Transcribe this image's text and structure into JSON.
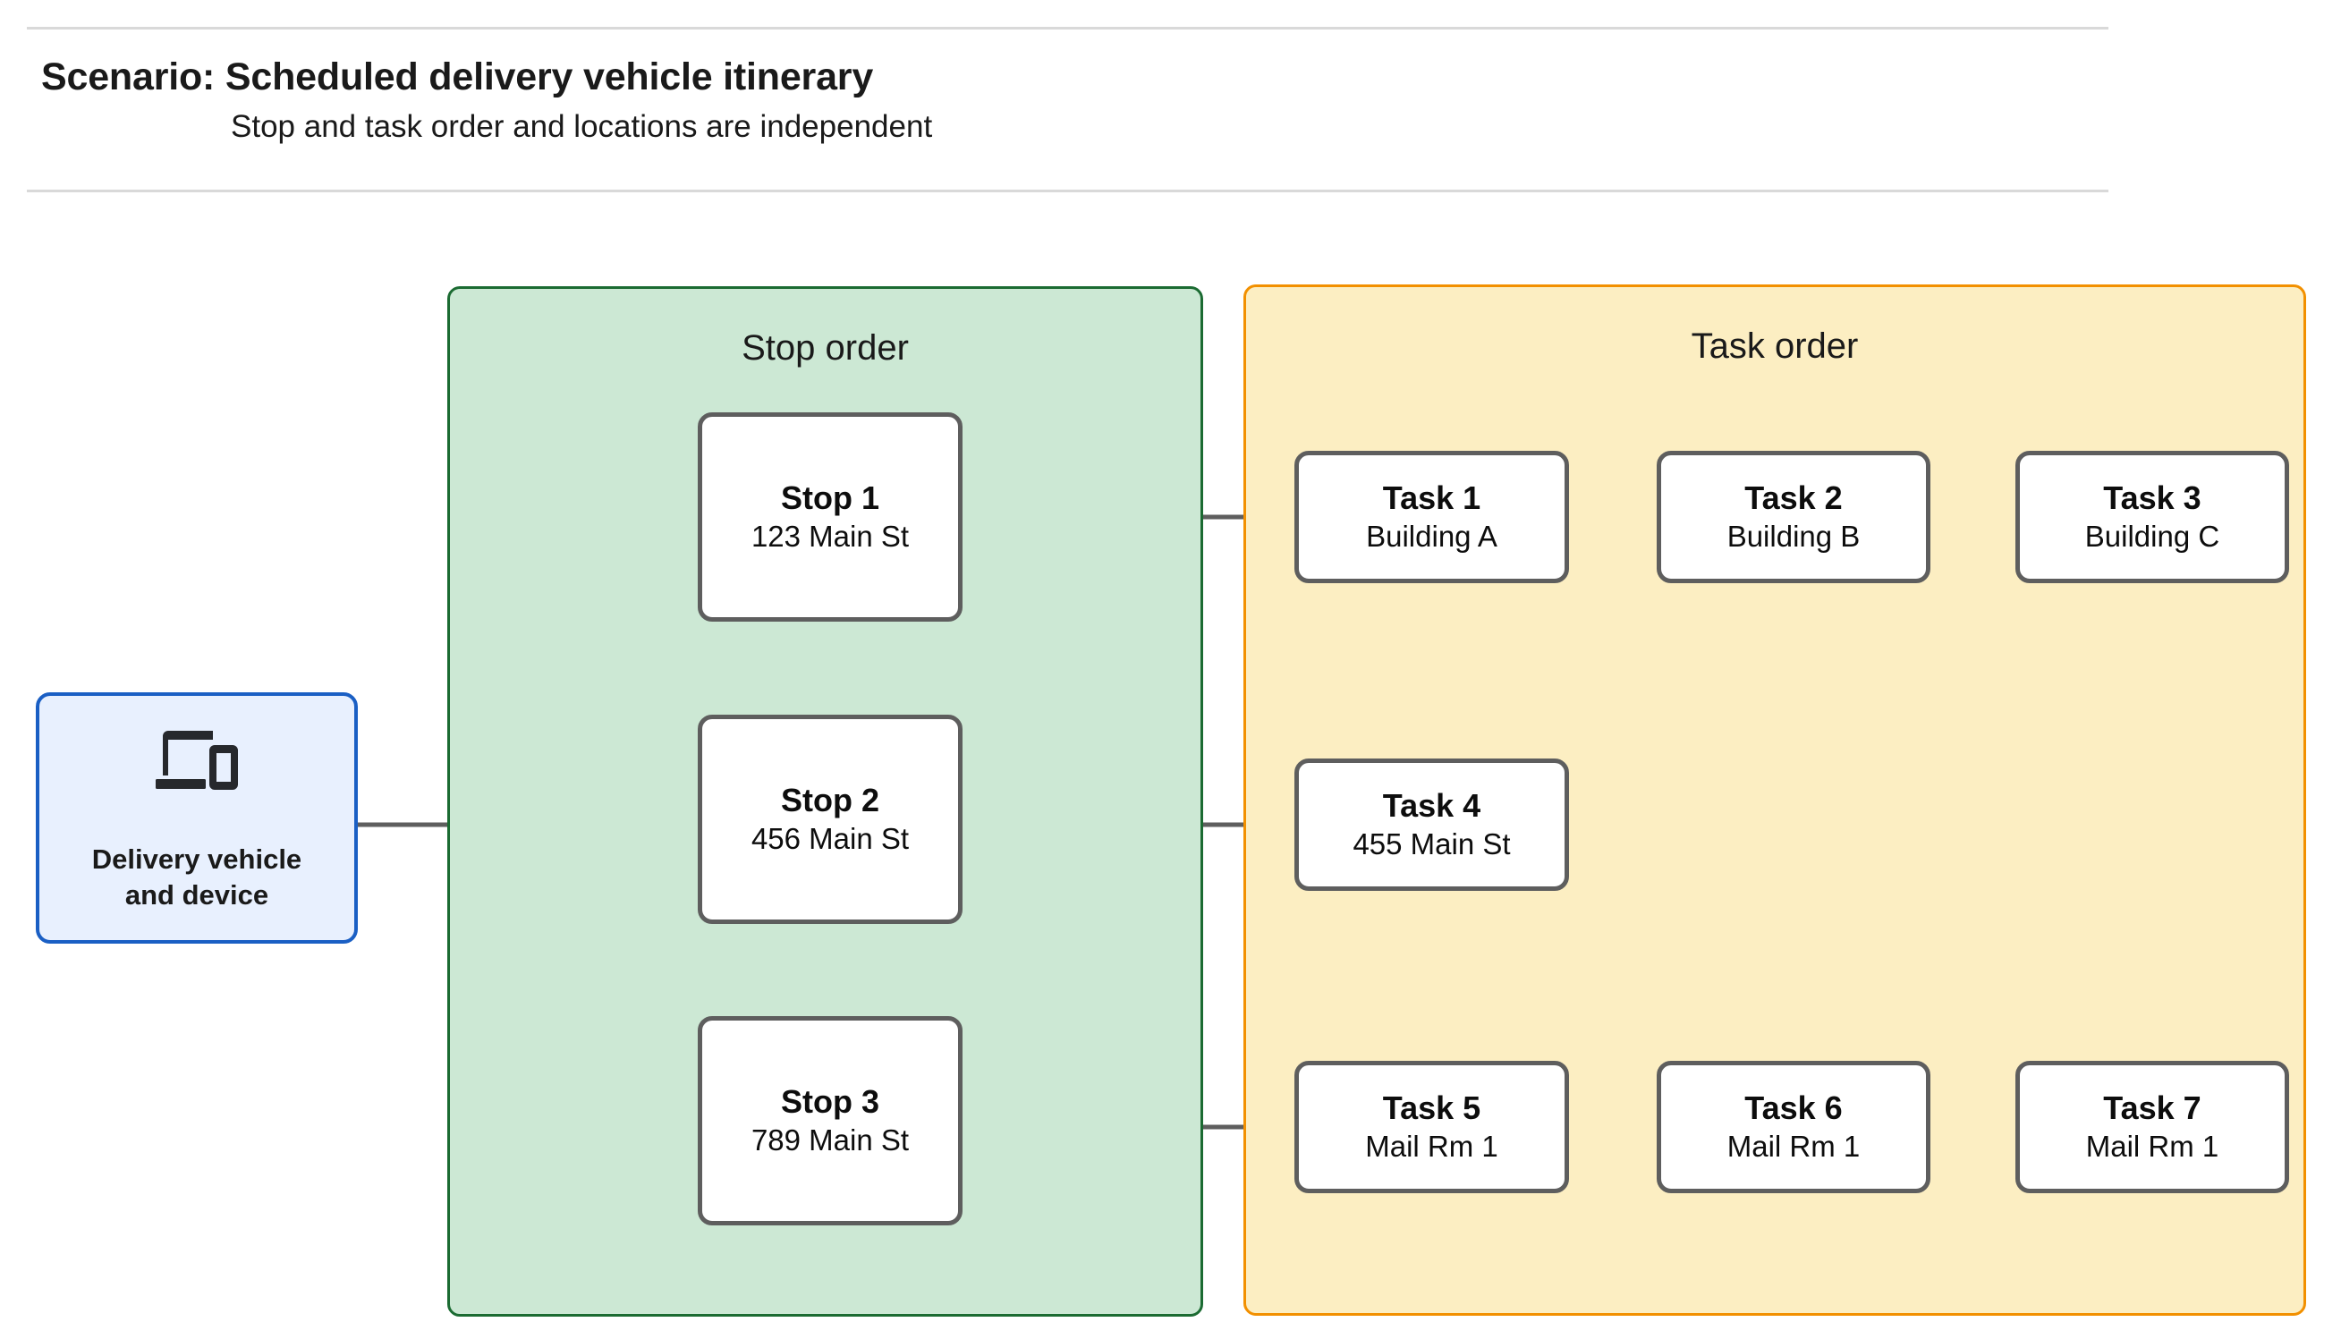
{
  "header": {
    "title": "Scenario: Scheduled delivery vehicle itinerary",
    "subtitle": "Stop and task order and locations are independent"
  },
  "device": {
    "label": "Delivery vehicle\nand device",
    "label_line1": "Delivery vehicle",
    "label_line2": "and device",
    "icon": "devices-icon"
  },
  "groups": {
    "stops": {
      "title": "Stop order",
      "fill": "#cce8d4",
      "border": "#1b6b32"
    },
    "tasks": {
      "title": "Task order",
      "fill": "#fceec2",
      "border": "#f29000"
    }
  },
  "stops": [
    {
      "title": "Stop 1",
      "address": "123 Main St"
    },
    {
      "title": "Stop 2",
      "address": "456 Main St"
    },
    {
      "title": "Stop 3",
      "address": "789 Main St"
    }
  ],
  "tasks": [
    {
      "title": "Task 1",
      "location": "Building A"
    },
    {
      "title": "Task 2",
      "location": "Building B"
    },
    {
      "title": "Task 3",
      "location": "Building C"
    },
    {
      "title": "Task 4",
      "location": "455 Main St"
    },
    {
      "title": "Task 5",
      "location": "Mail Rm 1"
    },
    {
      "title": "Task 6",
      "location": "Mail Rm 1"
    },
    {
      "title": "Task 7",
      "location": "Mail Rm 1"
    }
  ],
  "colors": {
    "device_fill": "#e8f0fe",
    "device_border": "#1a5fc4",
    "node_border": "#5e5e5e",
    "node_fill": "#ffffff",
    "connector": "#5e5e5e",
    "rule": "#d9d9d9",
    "text": "#1a1a1a"
  }
}
